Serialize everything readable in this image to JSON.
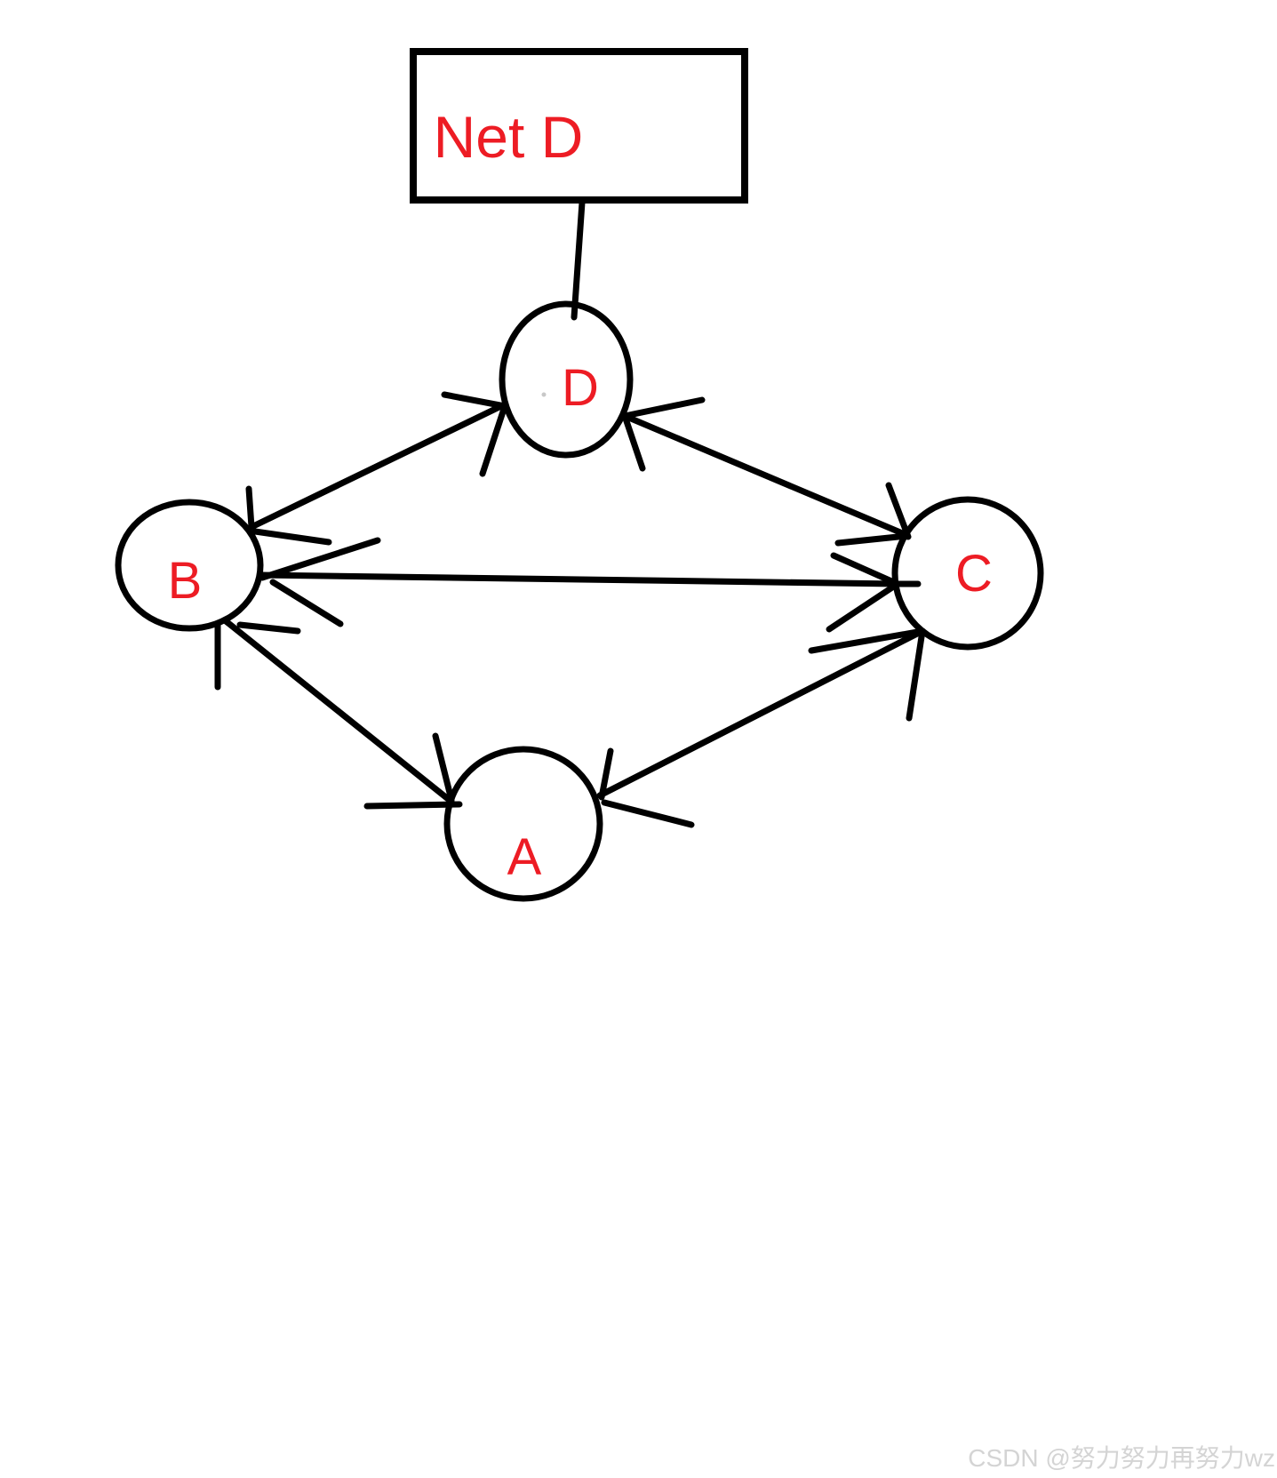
{
  "diagram": {
    "background_color": "#ffffff",
    "stroke_color": "#000000",
    "label_color": "#ed1c24",
    "net_box": {
      "label": "Net D",
      "shape": "rectangle"
    },
    "nodes": [
      {
        "id": "D",
        "label": "D",
        "shape": "ellipse"
      },
      {
        "id": "B",
        "label": "B",
        "shape": "ellipse"
      },
      {
        "id": "C",
        "label": "C",
        "shape": "ellipse"
      },
      {
        "id": "A",
        "label": "A",
        "shape": "ellipse"
      }
    ],
    "edges": [
      {
        "from": "Net D",
        "to": "D",
        "arrows": "none"
      },
      {
        "from": "B",
        "to": "D",
        "arrows": "both"
      },
      {
        "from": "C",
        "to": "D",
        "arrows": "both"
      },
      {
        "from": "B",
        "to": "C",
        "arrows": "both"
      },
      {
        "from": "B",
        "to": "A",
        "arrows": "both"
      },
      {
        "from": "C",
        "to": "A",
        "arrows": "both"
      }
    ]
  },
  "watermark": {
    "text": "CSDN @努力努力再努力wz",
    "color": "#d4d4d4"
  }
}
